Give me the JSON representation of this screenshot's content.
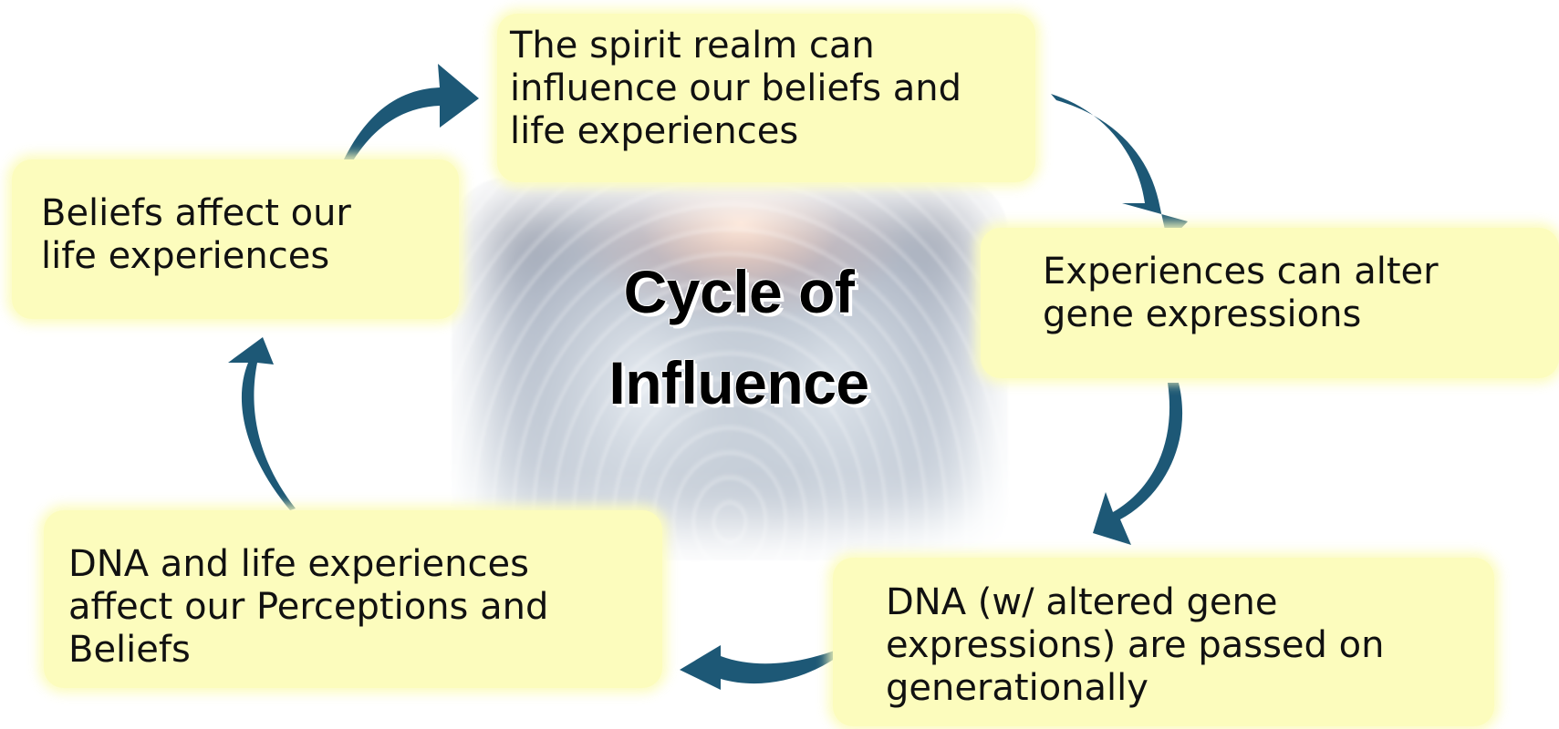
{
  "diagram": {
    "title": "Cycle of\nInfluence",
    "nodes": [
      {
        "id": "spirit",
        "label": "The spirit realm can\ninfluence our beliefs and\nlife experiences"
      },
      {
        "id": "experiences",
        "label": "Experiences can alter\ngene expressions"
      },
      {
        "id": "dna_passed",
        "label": "DNA (w/ altered gene\nexpressions) are passed on\ngenerationally"
      },
      {
        "id": "dna_beliefs",
        "label": "DNA and life experiences\naffect our Perceptions and\nBeliefs"
      },
      {
        "id": "beliefs",
        "label": "Beliefs affect our\nlife experiences"
      }
    ],
    "edges": [
      {
        "from": "beliefs",
        "to": "spirit"
      },
      {
        "from": "spirit",
        "to": "experiences"
      },
      {
        "from": "experiences",
        "to": "dna_passed"
      },
      {
        "from": "dna_passed",
        "to": "dna_beliefs"
      },
      {
        "from": "dna_beliefs",
        "to": "beliefs"
      }
    ]
  },
  "colors": {
    "box_fill": "#fcfcbd",
    "arrow": "#1d5876",
    "title_text": "#000000"
  }
}
